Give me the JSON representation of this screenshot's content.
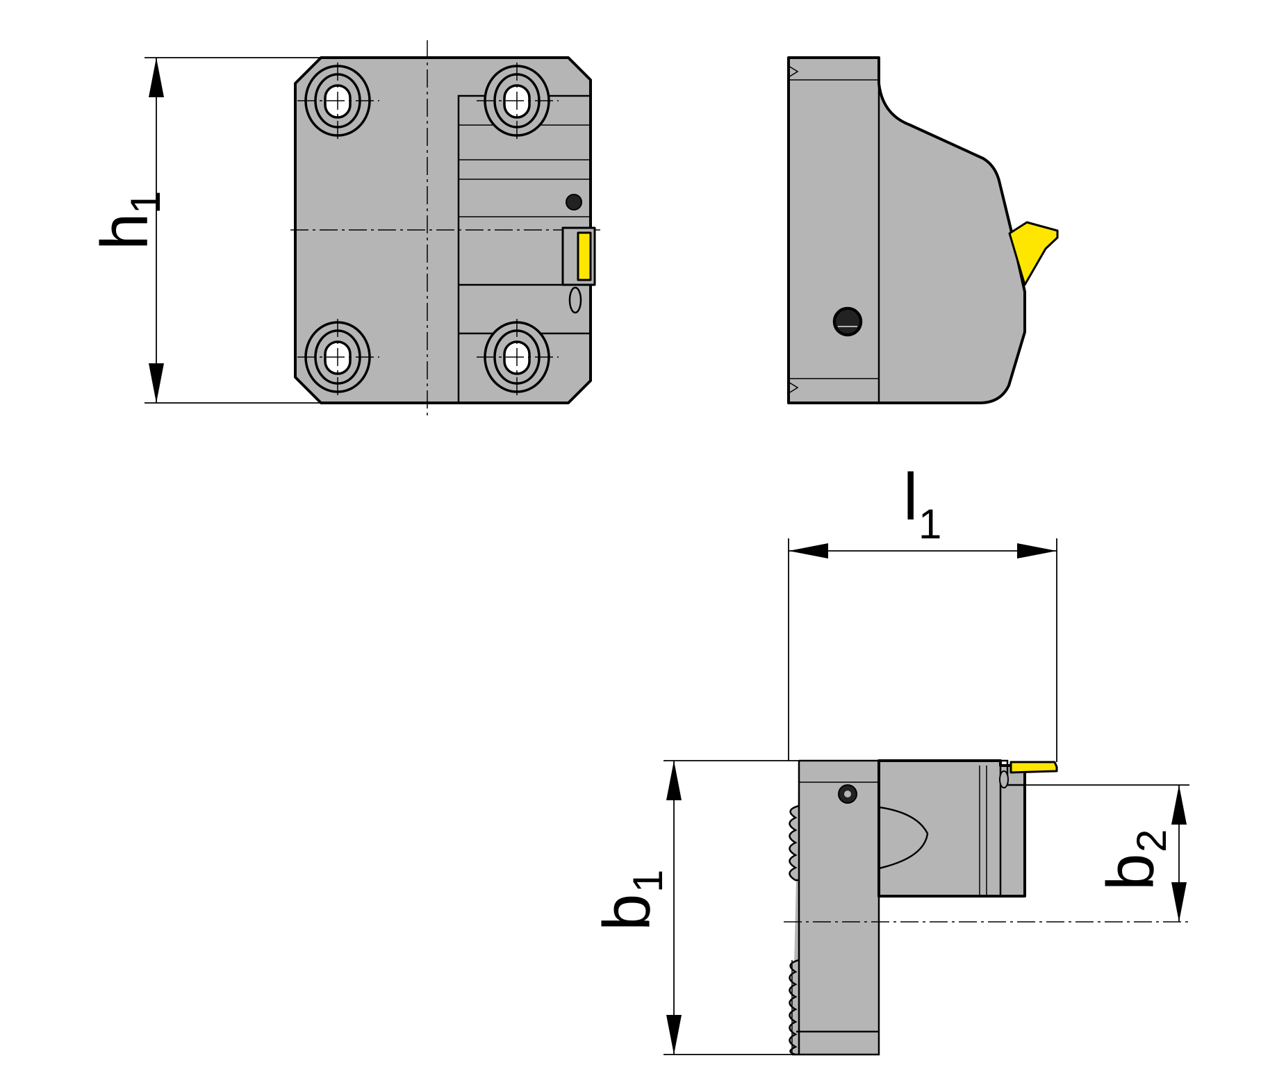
{
  "labels": {
    "h1": {
      "main": "h",
      "sub": "1"
    },
    "l1": {
      "main": "l",
      "sub": "1"
    },
    "b1": {
      "main": "b",
      "sub": "1"
    },
    "b2": {
      "main": "b",
      "sub": "2"
    }
  },
  "colors": {
    "body": "#b5b5b5",
    "insert": "#ffe600",
    "line": "#000000",
    "background": "#ffffff"
  }
}
